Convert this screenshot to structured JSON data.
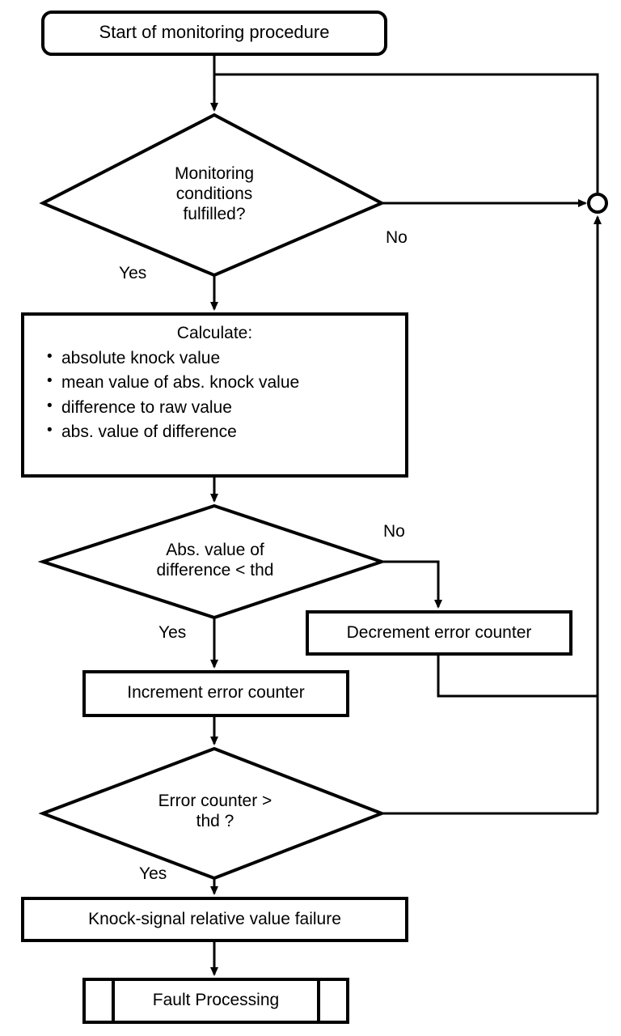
{
  "diagram": {
    "title": "Start of monitoring procedure",
    "kind": "flowchart",
    "background_color": "#ffffff",
    "line_color": "#000000"
  },
  "nodes": {
    "start": {
      "shape": "rounded-rectangle",
      "label": "Start of monitoring procedure"
    },
    "decision_conditions": {
      "shape": "diamond",
      "line1": "Monitoring",
      "line2": "conditions",
      "line3": "fulfilled?"
    },
    "calculate": {
      "shape": "rectangle",
      "title": "Calculate:",
      "items": [
        "absolute knock value",
        "mean value of abs. knock value",
        "difference to raw value",
        "abs. value of difference"
      ]
    },
    "decision_abs_value": {
      "shape": "diamond",
      "line1": "Abs. value of",
      "line2": "difference < thd"
    },
    "decrement_counter": {
      "shape": "rectangle",
      "label": "Decrement error counter"
    },
    "increment_counter": {
      "shape": "rectangle",
      "label": "Increment error counter"
    },
    "decision_error_counter": {
      "shape": "diamond",
      "line1": "Error counter >",
      "line2": "thd ?"
    },
    "failure": {
      "shape": "rectangle",
      "label": "Knock-signal relative value failure"
    },
    "fault_processing": {
      "shape": "predefined-process",
      "label": "Fault Processing"
    },
    "junction": {
      "shape": "circle",
      "label": ""
    }
  },
  "edge_labels": {
    "conditions_yes": "Yes",
    "conditions_no": "No",
    "abs_value_yes": "Yes",
    "abs_value_no": "No",
    "error_counter_yes": "Yes"
  }
}
